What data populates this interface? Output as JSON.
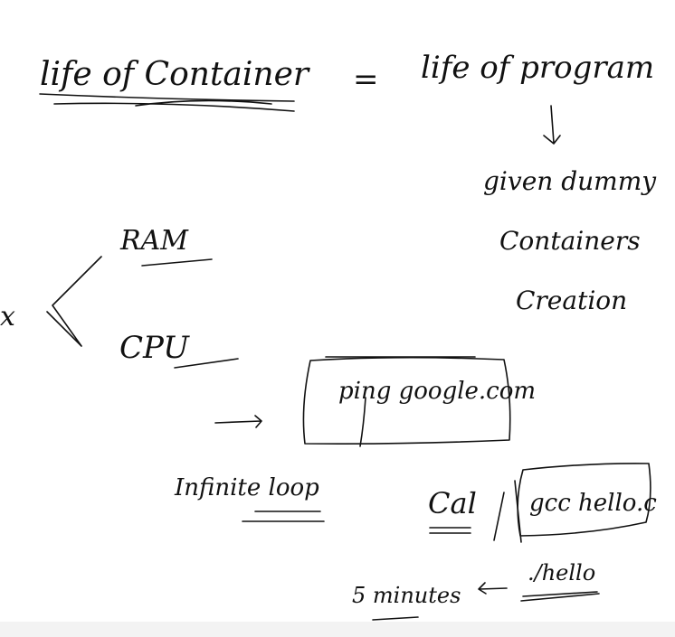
{
  "notes": {
    "left_title": "life of Container",
    "equals": "=",
    "right_title": "life of program",
    "given_1": "given dummy",
    "given_2": "Containers",
    "given_3": "Creation",
    "ram": "RAM",
    "cpu": "CPU",
    "ping": "ping google.com",
    "infinite": "Infinite loop",
    "cal": "Cal",
    "gcc": "gcc hello.c",
    "hello_out": "./hello",
    "minutes": "5 minutes",
    "branch_label": "x"
  }
}
